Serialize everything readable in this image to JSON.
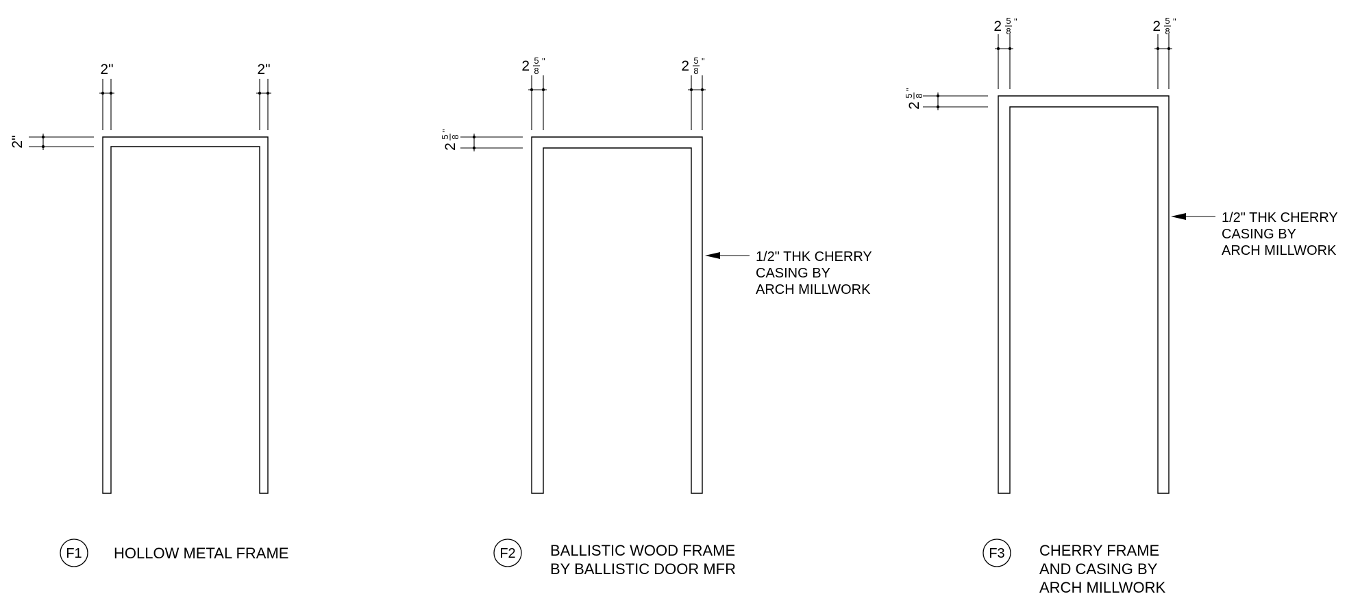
{
  "frames": [
    {
      "tag": "F1",
      "title_lines": [
        "HOLLOW METAL FRAME"
      ],
      "dim_left": "2\"",
      "dim_right": "2\"",
      "dim_head": "2\"",
      "note_lines": []
    },
    {
      "tag": "F2",
      "title_lines": [
        "BALLISTIC WOOD FRAME",
        "BY BALLISTIC DOOR MFR"
      ],
      "dim_left": {
        "whole": "2",
        "num": "5",
        "den": "8",
        "inch": "\""
      },
      "dim_right": {
        "whole": "2",
        "num": "5",
        "den": "8",
        "inch": "\""
      },
      "dim_head": {
        "whole": "2",
        "num": "5",
        "den": "8",
        "inch": "\""
      },
      "note_lines": [
        "1/2\" THK CHERRY",
        "CASING BY",
        "ARCH MILLWORK"
      ]
    },
    {
      "tag": "F3",
      "title_lines": [
        "CHERRY FRAME",
        "AND CASING BY",
        "ARCH MILLWORK"
      ],
      "dim_left": {
        "whole": "2",
        "num": "5",
        "den": "8",
        "inch": "\""
      },
      "dim_right": {
        "whole": "2",
        "num": "5",
        "den": "8",
        "inch": "\""
      },
      "dim_head": {
        "whole": "2",
        "num": "5",
        "den": "8",
        "inch": "\""
      },
      "note_lines": [
        "1/2\" THK CHERRY",
        "CASING BY",
        "ARCH MILLWORK"
      ]
    }
  ],
  "colors": {
    "line": "#000000",
    "background": "#ffffff"
  }
}
